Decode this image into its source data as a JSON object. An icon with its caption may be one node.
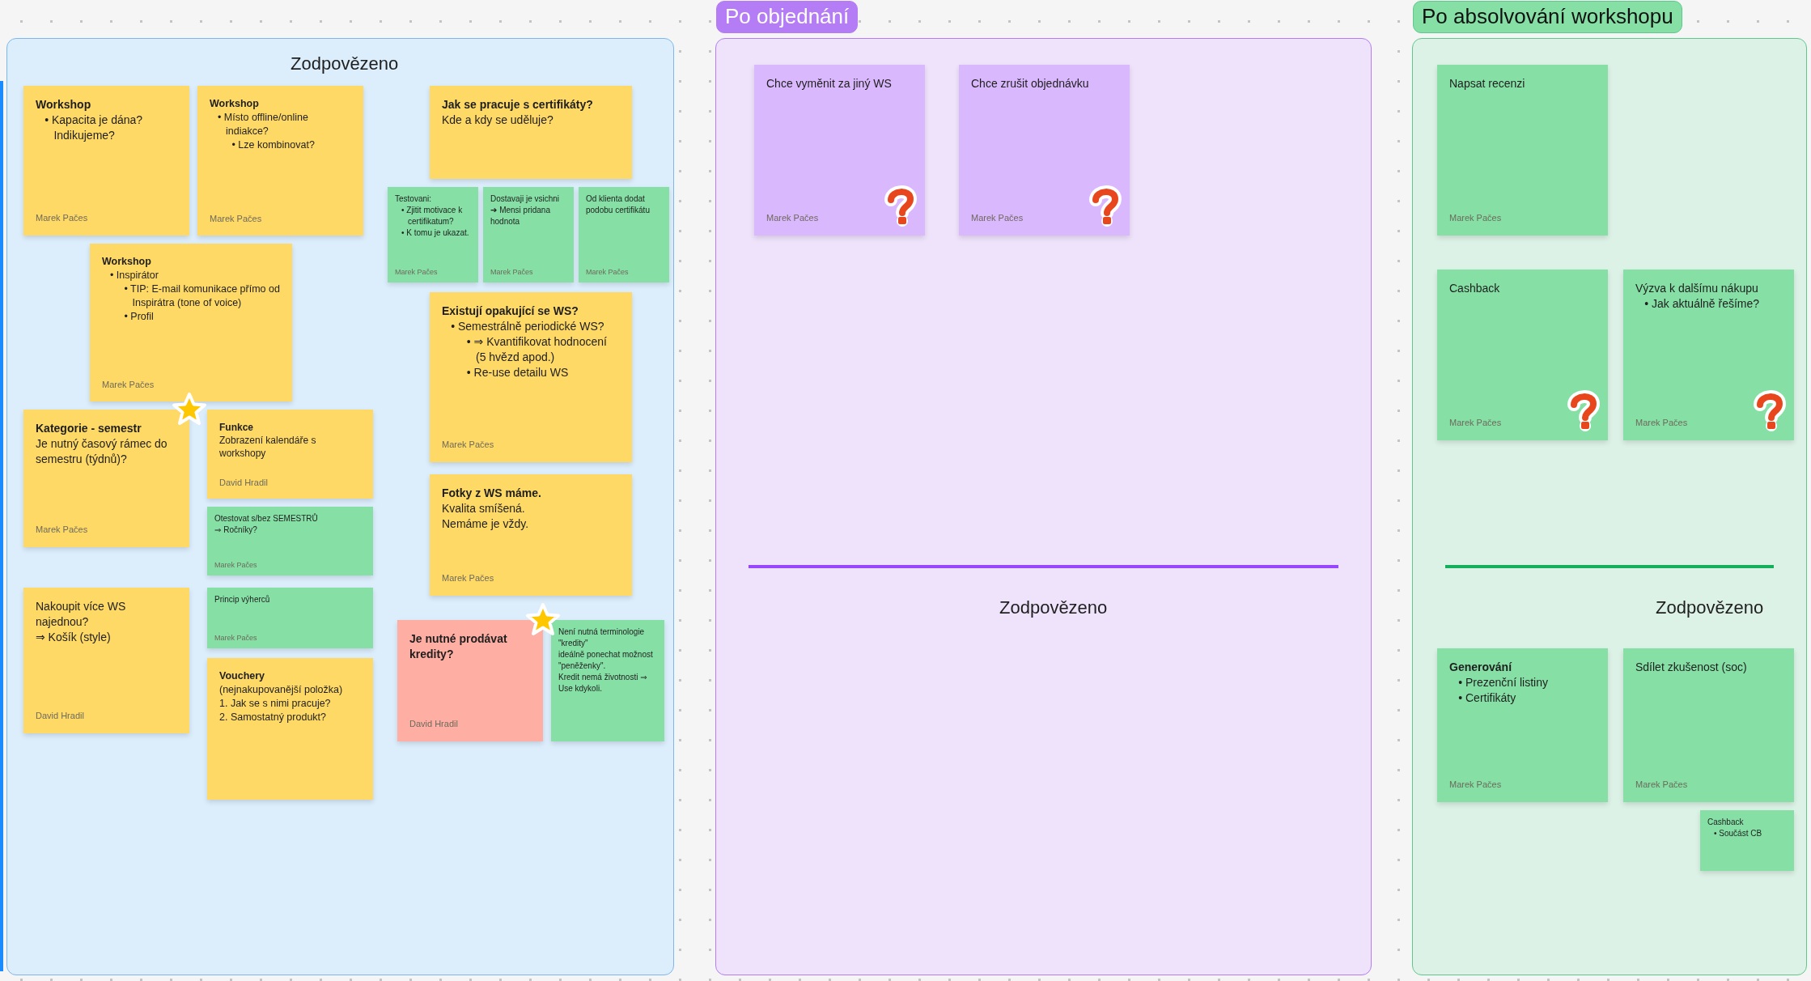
{
  "diagram": {
    "nodes": [
      {
        "text": [
          "Zodpovězeno"
        ]
      },
      {
        "text": [
          "Workshop",
          "• Kapacita je dána? Indikujeme?",
          "Marek Pačes"
        ],
        "in": 0
      },
      {
        "text": [
          "Workshop",
          "• Místo offline/online indiakce?",
          "• Lze kombinovat?",
          "Marek Pačes"
        ],
        "in": 0
      },
      {
        "text": [
          "Workshop",
          "• Inspirátor",
          "• TIP: E-mail komunikace přímo od Inspirátra (tone of voice)",
          "• Profil",
          "Marek Pačes"
        ],
        "in": 0
      },
      {
        "text": [
          "Jak se pracuje s certifikáty?",
          "Kde a kdy se uděluje?"
        ],
        "in": 0
      },
      {
        "text": [
          "Testovani:",
          "• Zjitit motivace k certifikatum?",
          "• K tomu je ukazat.",
          "Marek Pačes"
        ],
        "in": 0
      },
      {
        "text": [
          "Dostavaji je vsichni ➔ Mensi pridana hodnota",
          "Marek Pačes"
        ],
        "in": 0
      },
      {
        "text": [
          "Od klienta dodat podobu certifikátu",
          "Marek Pačes"
        ],
        "in": 0
      },
      {
        "text": [
          "Existují opakující se WS?",
          "• Semestrálně periodické WS?",
          "• ⇒ Kvantifikovat hodnocení (5 hvězd apod.)",
          "• Re-use detailu WS",
          "Marek Pačes"
        ],
        "in": 0
      },
      {
        "text": [
          "Kategorie - semestr",
          "Je nutný časový rámec do semestru (týdnů)?",
          "Marek Pačes"
        ],
        "in": 0
      },
      {
        "text": [
          "Funkce",
          "Zobrazení kalendáře s workshopy",
          "David Hradil"
        ],
        "in": 0
      },
      {
        "text": [
          "Otestovat s/bez SEMESTRŮ",
          "⇒ Ročníky?",
          "Marek Pačes"
        ],
        "in": 0
      },
      {
        "text": [
          "Fotky z WS máme.",
          "Kvalita smíšená.",
          "Nemáme je vždy.",
          "Marek Pačes"
        ],
        "in": 0
      },
      {
        "text": [
          "Nakoupit více WS najednou?",
          "⇒ Košík (style)",
          "David Hradil"
        ],
        "in": 0
      },
      {
        "text": [
          "Princip výherců",
          "Marek Pačes"
        ],
        "in": 0
      },
      {
        "text": [
          "Vouchery",
          "(nejnakupovanější položka)",
          "1. Jak se s nimi pracuje?",
          "2. Samostatný produkt?"
        ],
        "in": 0
      },
      {
        "text": [
          "Je nutné prodávat kredity?",
          "David Hradil"
        ],
        "in": 0
      },
      {
        "text": [
          "Není nutná terminologie \"kredity\"",
          "ideálně ponechat možnost \"peněženky\".",
          "Kredit nemá životnosti ⇒ Use kdykoli."
        ],
        "in": 0
      },
      {
        "text": [
          "Po objednání",
          "Zodpovězeno"
        ]
      },
      {
        "text": [
          "Chce vyměnit za jiný WS",
          "Marek Pačes"
        ],
        "in": 18
      },
      {
        "text": [
          "Chce zrušit objednávku",
          "Marek Pačes"
        ],
        "in": 18
      },
      {
        "text": [
          "Po absolvování workshopu",
          "Zodpovězeno"
        ]
      },
      {
        "text": [
          "Napsat recenzi",
          "Marek Pačes"
        ],
        "in": 21
      },
      {
        "text": [
          "Cashback",
          "Marek Pačes"
        ],
        "in": 21
      },
      {
        "text": [
          "Výzva k dalšímu nákupu",
          "• Jak aktuálně řešíme?",
          "Marek Pačes"
        ],
        "in": 21
      },
      {
        "text": [
          "Generování",
          "• Prezenční listiny",
          "• Certifikáty",
          "Marek Pačes"
        ],
        "in": 21
      },
      {
        "text": [
          "Sdílet zkušenost (soc)",
          "Marek Pačes"
        ],
        "in": 21
      },
      {
        "text": [
          "Cashback",
          "• Součást CB"
        ],
        "in": 21
      }
    ]
  }
}
